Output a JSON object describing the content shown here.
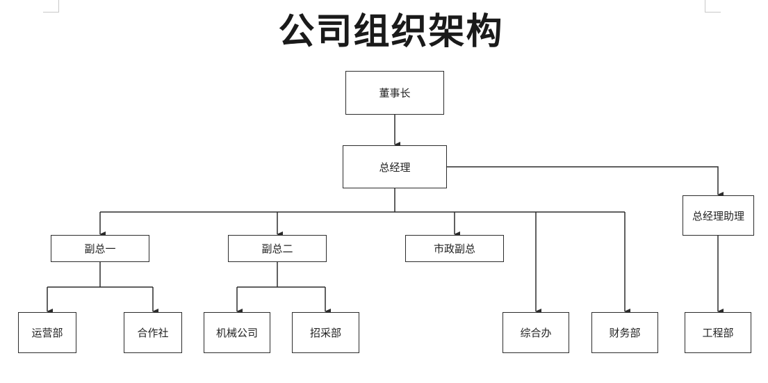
{
  "title": "公司组织架构",
  "nodes": {
    "chairman": "董事长",
    "general_manager": "总经理",
    "gm_assistant": "总经理助理",
    "vp_one": "副总一",
    "vp_two": "副总二",
    "vp_municipal": "市政副总",
    "operations": "运营部",
    "cooperative": "合作社",
    "machinery": "机械公司",
    "procurement": "招采部",
    "general_office": "综合办",
    "finance": "财务部",
    "engineering": "工程部"
  },
  "colors": {
    "line": "#2b2b2b",
    "box_border": "#2b2b2b",
    "title": "#1a1a1a"
  }
}
